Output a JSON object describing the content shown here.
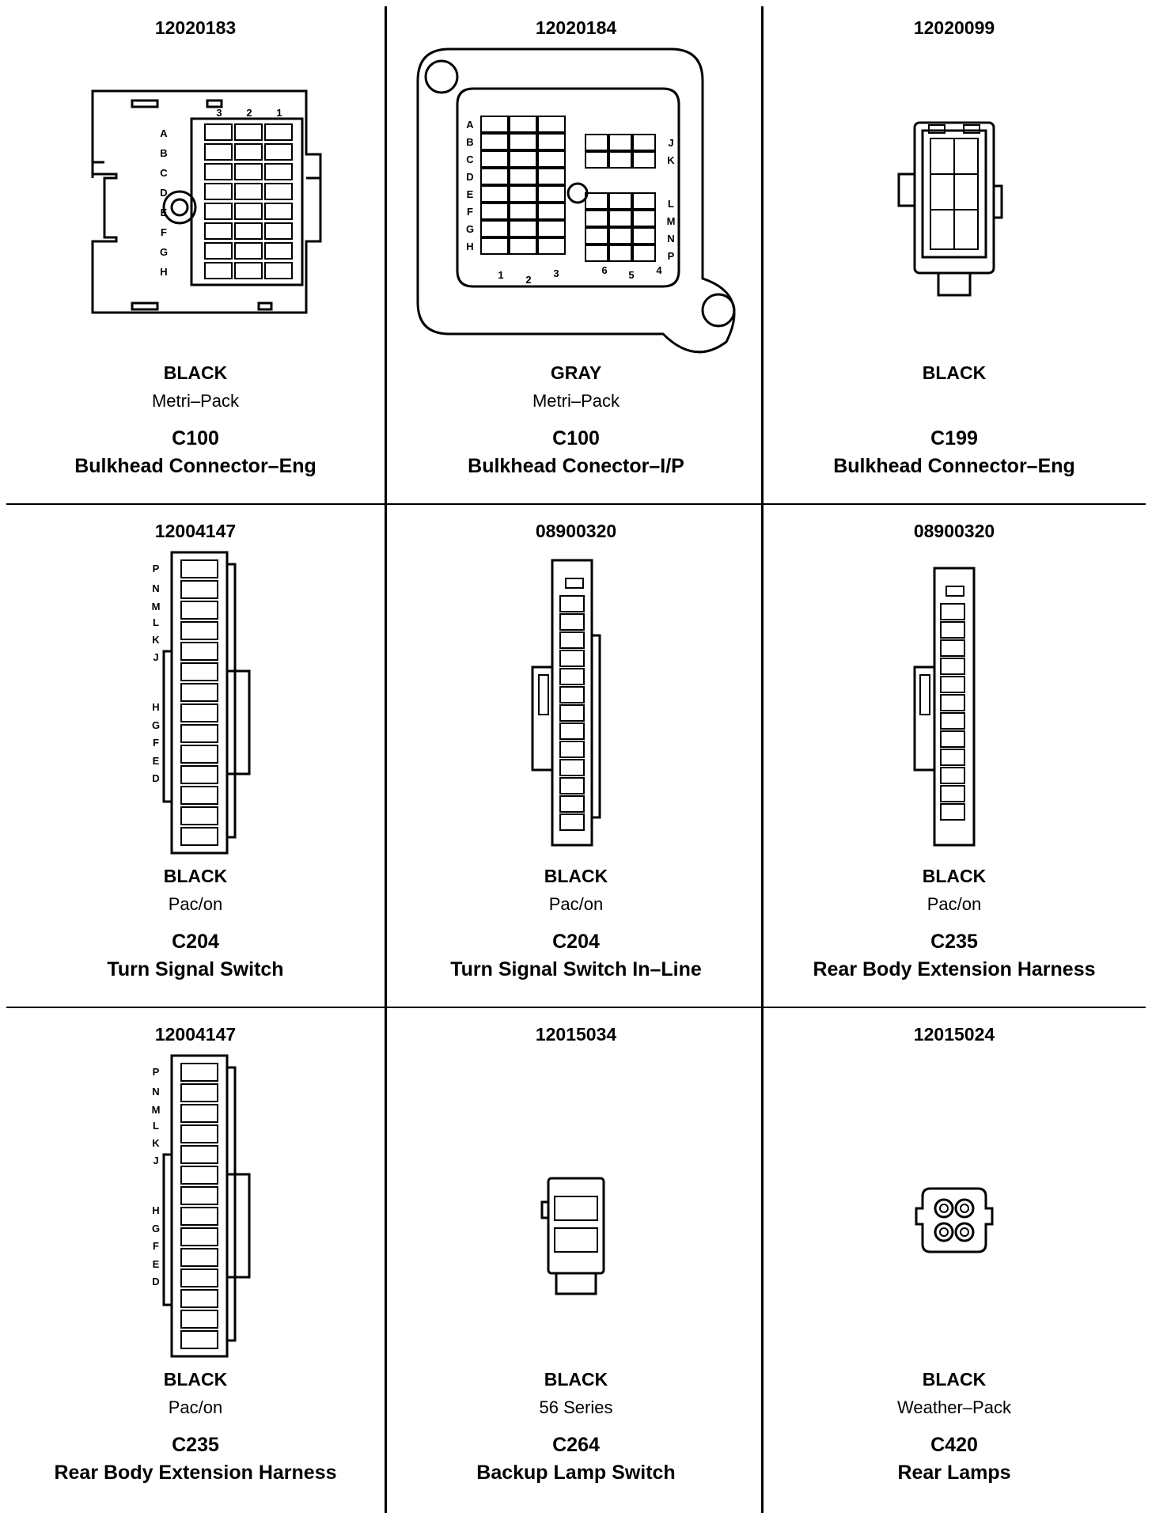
{
  "connectors": [
    {
      "part": "12020183",
      "color": "BLACK",
      "series": "Metri–Pack",
      "id": "C100",
      "name": "Bulkhead Connector–Eng",
      "letters": [
        "A",
        "B",
        "C",
        "D",
        "E",
        "F",
        "G",
        "H"
      ],
      "numbers": [
        "3",
        "2",
        "1"
      ]
    },
    {
      "part": "12020184",
      "color": "GRAY",
      "series": "Metri–Pack",
      "id": "C100",
      "name": "Bulkhead Conector–I/P",
      "letters_left": [
        "A",
        "B",
        "C",
        "D",
        "E",
        "F",
        "G",
        "H"
      ],
      "letters_right": [
        "J",
        "K",
        "L",
        "M",
        "N",
        "P"
      ],
      "numbers": [
        "1",
        "2",
        "3",
        "6",
        "5",
        "4"
      ]
    },
    {
      "part": "12020099",
      "color": "BLACK",
      "series": "",
      "id": "C199",
      "name": "Bulkhead Connector–Eng"
    },
    {
      "part": "12004147",
      "color": "BLACK",
      "series": "Pac/on",
      "id": "C204",
      "name": "Turn Signal Switch",
      "letters": [
        "P",
        "N",
        "M",
        "L",
        "K",
        "J",
        "H",
        "G",
        "F",
        "E",
        "D"
      ]
    },
    {
      "part": "08900320",
      "color": "BLACK",
      "series": "Pac/on",
      "id": "C204",
      "name": "Turn Signal Switch In–Line"
    },
    {
      "part": "08900320",
      "color": "BLACK",
      "series": "Pac/on",
      "id": "C235",
      "name": "Rear Body Extension Harness"
    },
    {
      "part": "12004147",
      "color": "BLACK",
      "series": "Pac/on",
      "id": "C235",
      "name": "Rear Body Extension Harness",
      "letters": [
        "P",
        "N",
        "M",
        "L",
        "K",
        "J",
        "H",
        "G",
        "F",
        "E",
        "D"
      ]
    },
    {
      "part": "12015034",
      "color": "BLACK",
      "series": "56 Series",
      "id": "C264",
      "name": "Backup Lamp Switch"
    },
    {
      "part": "12015024",
      "color": "BLACK",
      "series": "Weather–Pack",
      "id": "C420",
      "name": "Rear Lamps"
    }
  ]
}
